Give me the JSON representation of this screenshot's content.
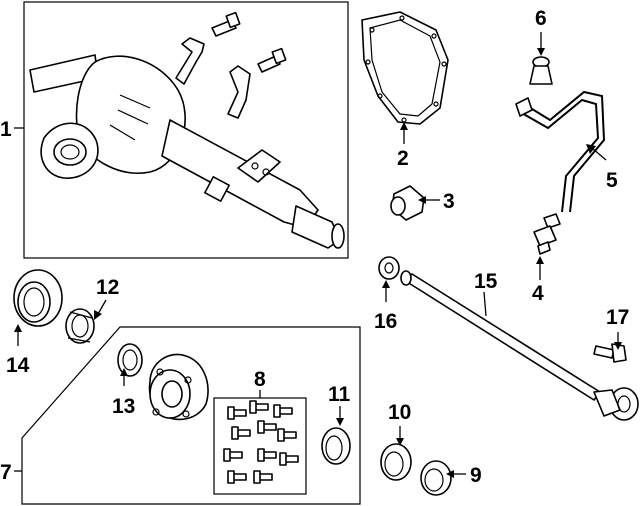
{
  "callouts": {
    "c1": "1",
    "c2": "2",
    "c3": "3",
    "c4": "4",
    "c5": "5",
    "c6": "6",
    "c7": "7",
    "c8": "8",
    "c9": "9",
    "c10": "10",
    "c11": "11",
    "c12": "12",
    "c13": "13",
    "c14": "14",
    "c15": "15",
    "c16": "16",
    "c17": "17"
  },
  "parts": [
    {
      "callout": "1",
      "icon": "axle-housing-icon"
    },
    {
      "callout": "2",
      "icon": "cover-gasket-icon"
    },
    {
      "callout": "3",
      "icon": "bushing-icon"
    },
    {
      "callout": "4",
      "icon": "vent-fitting-icon"
    },
    {
      "callout": "5",
      "icon": "vent-tube-icon"
    },
    {
      "callout": "6",
      "icon": "vent-cap-icon"
    },
    {
      "callout": "7",
      "icon": "hub-kit-icon"
    },
    {
      "callout": "8",
      "icon": "wheel-stud-set-icon"
    },
    {
      "callout": "9",
      "icon": "seal-icon"
    },
    {
      "callout": "10",
      "icon": "bearing-icon"
    },
    {
      "callout": "11",
      "icon": "seal-icon"
    },
    {
      "callout": "12",
      "icon": "bearing-icon"
    },
    {
      "callout": "13",
      "icon": "bearing-race-icon"
    },
    {
      "callout": "14",
      "icon": "seal-icon"
    },
    {
      "callout": "15",
      "icon": "axle-shaft-icon"
    },
    {
      "callout": "16",
      "icon": "washer-icon"
    },
    {
      "callout": "17",
      "icon": "bolt-icon"
    }
  ]
}
